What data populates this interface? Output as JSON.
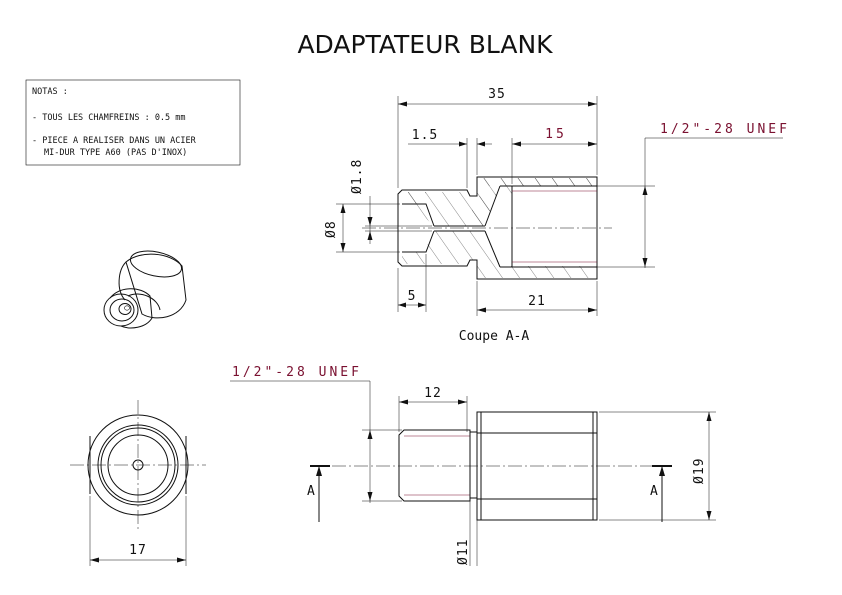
{
  "title": "ADAPTATEUR BLANK",
  "notes": {
    "heading": "NOTAS :",
    "line1": "- TOUS LES CHAMFREINS : 0.5 mm",
    "line2": "- PIECE A REALISER DANS UN ACIER",
    "line3": "MI-DUR TYPE A60 (PAS D'INOX)"
  },
  "section": {
    "caption": "Coupe A-A",
    "dims": {
      "overall": "35",
      "groove": "1.5",
      "bore": "15",
      "tip": "5",
      "body": "21",
      "hole_dia": "Ø1.8",
      "spigot_dia": "Ø8",
      "thread": "1/2\"-28 UNEF"
    }
  },
  "side_view": {
    "thread": "1/2\"-28 UNEF",
    "thread_len": "12",
    "outer_dia": "Ø19",
    "spigot_dia": "Ø11",
    "section_mark_left": "A",
    "section_mark_right": "A"
  },
  "end_view": {
    "across_flats": "17"
  },
  "colors": {
    "line": "#111111",
    "thread": "#7a1030",
    "background": "#ffffff"
  }
}
